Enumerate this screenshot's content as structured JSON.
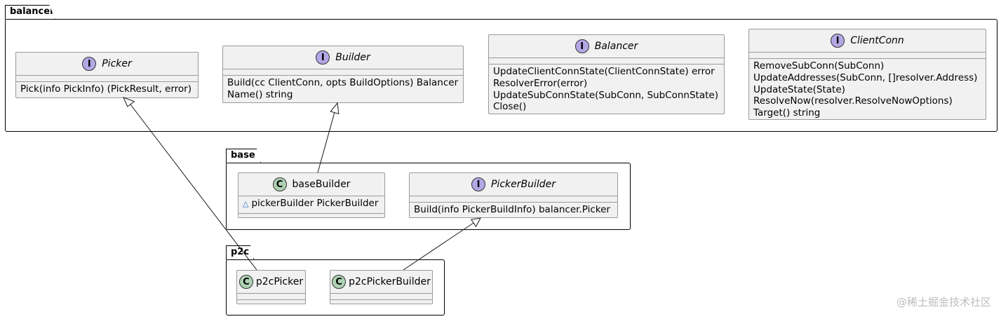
{
  "packages": {
    "balancer": {
      "name": "balancer"
    },
    "base": {
      "name": "base"
    },
    "p2c": {
      "name": "p2c"
    }
  },
  "classes": {
    "picker": {
      "stereotype": "I",
      "name": "Picker",
      "members": [
        "Pick(info PickInfo) (PickResult, error)"
      ]
    },
    "builder": {
      "stereotype": "I",
      "name": "Builder",
      "members": [
        "Build(cc ClientConn, opts BuildOptions) Balancer",
        "Name() string"
      ]
    },
    "balancer_iface": {
      "stereotype": "I",
      "name": "Balancer",
      "members": [
        "UpdateClientConnState(ClientConnState) error",
        "ResolverError(error)",
        "UpdateSubConnState(SubConn, SubConnState)",
        "Close()"
      ]
    },
    "clientconn": {
      "stereotype": "I",
      "name": "ClientConn",
      "members": [
        "RemoveSubConn(SubConn)",
        "UpdateAddresses(SubConn, []resolver.Address)",
        "UpdateState(State)",
        "ResolveNow(resolver.ResolveNowOptions)",
        "Target() string"
      ]
    },
    "basebuilder": {
      "stereotype": "C",
      "name": "baseBuilder",
      "visibility": "△",
      "fields": [
        "pickerBuilder PickerBuilder"
      ]
    },
    "pickerbuilder": {
      "stereotype": "I",
      "name": "PickerBuilder",
      "members": [
        "Build(info PickerBuildInfo) balancer.Picker"
      ]
    },
    "p2cpicker": {
      "stereotype": "C",
      "name": "p2cPicker"
    },
    "p2cpickerbuilder": {
      "stereotype": "C",
      "name": "p2cPickerBuilder"
    }
  },
  "colors": {
    "interface_circle": "#b4a7e5",
    "class_circle": "#add1b2",
    "box_fill": "#f1f1f1"
  },
  "watermark": "@稀土掘金技术社区"
}
